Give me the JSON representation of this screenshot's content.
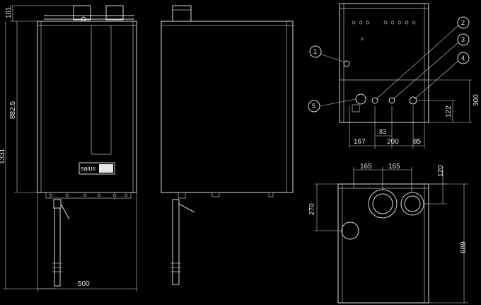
{
  "front_view": {
    "dim_overall_height": "1331",
    "dim_top": "101",
    "dim_body_height": "882.5",
    "dim_width": "500",
    "display_brand": "salus"
  },
  "top_view": {
    "callouts": [
      "1",
      "2",
      "3",
      "4",
      "5"
    ],
    "dim_right": "300",
    "dim_small": "122",
    "dim_83": "83",
    "dim_167": "167",
    "dim_200": "200",
    "dim_85": "85"
  },
  "flue_view": {
    "dim_left_165": "165",
    "dim_right_165": "165",
    "dim_120": "120",
    "dim_270": "270",
    "dim_689": "689"
  }
}
